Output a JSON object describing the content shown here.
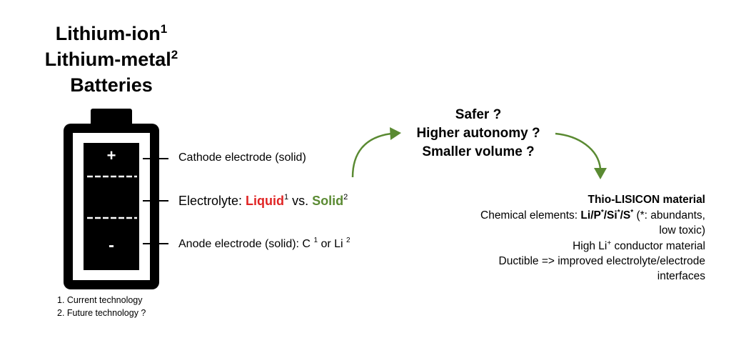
{
  "title": {
    "line1": "Lithium-ion",
    "line1_sup": "1",
    "line2": "Lithium-metal",
    "line2_sup": "2",
    "line3": "Batteries"
  },
  "battery": {
    "plus_sign": "+",
    "minus_sign": "-",
    "cathode_label": "Cathode electrode (solid)",
    "electrolyte_prefix": "Electrolyte: ",
    "electrolyte_liquid": "Liquid",
    "electrolyte_liquid_sup": "1",
    "electrolyte_vs": " vs. ",
    "electrolyte_solid": "Solid",
    "electrolyte_solid_sup": "2",
    "anode_prefix": "Anode electrode (solid): C ",
    "anode_c_sup": "1",
    "anode_or": " or Li ",
    "anode_li_sup": "2"
  },
  "footnotes": {
    "note1": "1. Current technology",
    "note2": "2. Future technology ?"
  },
  "questions": {
    "q1": "Safer ?",
    "q2": "Higher autonomy ?",
    "q3": "Smaller volume ?"
  },
  "material": {
    "title": "Thio-LISICON material",
    "elements_prefix": "Chemical elements: ",
    "el_li": "Li/P",
    "el_star1": "*",
    "el_si": "/Si",
    "el_star2": "*",
    "el_s": "/S",
    "el_star3": "*",
    "elements_note": " (*: abundants,",
    "elements_note2": "low toxic)",
    "conductor_prefix": "High Li",
    "conductor_sup": "+",
    "conductor_suffix": " conductor material",
    "ductible_line1": "Ductible => improved electrolyte/electrode",
    "ductible_line2": "interfaces"
  },
  "colors": {
    "liquid": "#e02424",
    "solid": "#5a8a32",
    "arrow": "#5a8a32",
    "battery": "#000000"
  }
}
